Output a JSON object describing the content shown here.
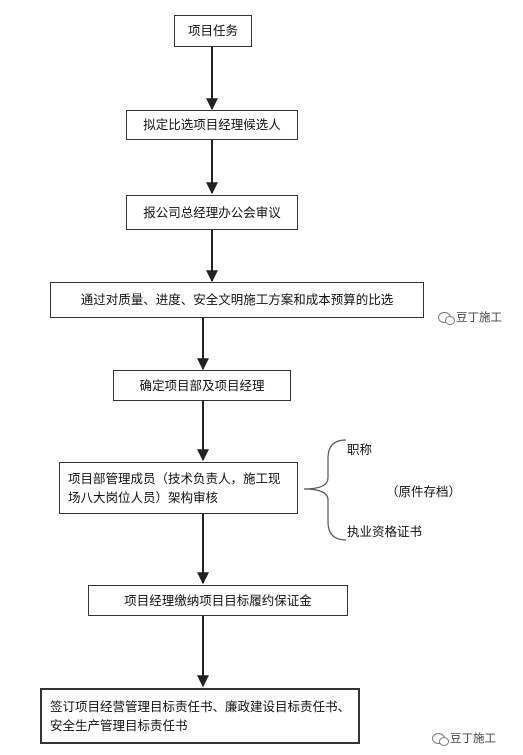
{
  "nodes": {
    "n1": "项目任务",
    "n2": "拟定比选项目经理候选人",
    "n3": "报公司总经理办公会审议",
    "n4": "通过对质量、进度、安全文明施工方案和成本预算的比选",
    "n5": "确定项目部及项目经理",
    "n6": "项目部管理成员（技术负责人，施工现场八大岗位人员）架构审核",
    "n7": "项目经理缴纳项目目标履约保证金",
    "n8": "签订项目经营管理目标责任书、廉政建设目标责任书、安全生产管理目标责任书"
  },
  "side_note": {
    "line1": "职称",
    "line2": "（原件存档）",
    "line3": "执业资格证书"
  },
  "watermark": {
    "text": "豆丁施工"
  }
}
